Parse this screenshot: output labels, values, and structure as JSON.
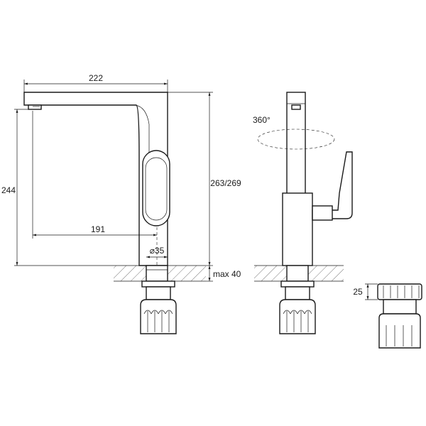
{
  "dimensions": {
    "spout_length": "222",
    "height_total": "244",
    "body_height": "263/269",
    "spout_reach": "191",
    "hole_diameter": "⌀35",
    "max_thickness": "max 40",
    "nut_height": "25",
    "rotation": "360°"
  }
}
